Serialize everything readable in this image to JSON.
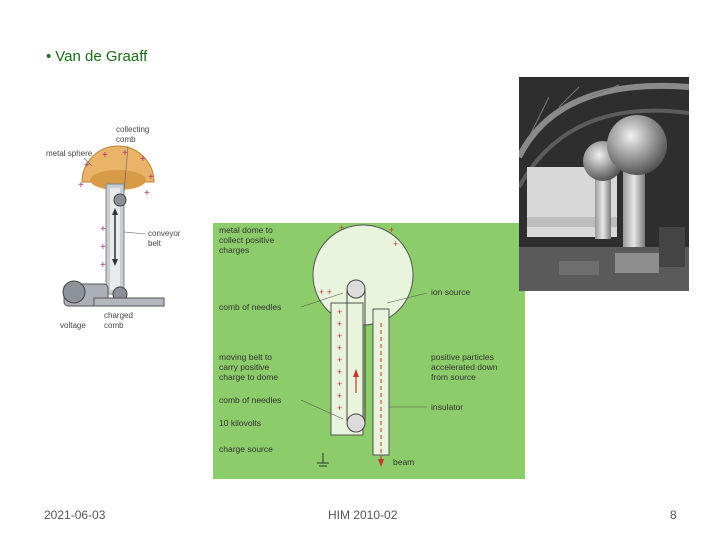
{
  "slide": {
    "bullet": "•",
    "title": "Van de Graaff",
    "footer": {
      "date": "2021-06-03",
      "center": "HIM 2010-02",
      "page": "8"
    }
  },
  "figure_left": {
    "labels": {
      "collecting_comb": [
        "collecting",
        "comb"
      ],
      "metal_sphere": "metal sphere",
      "conveyor_belt": [
        "conveyor",
        "belt"
      ],
      "charged_comb": [
        "charged",
        "comb"
      ],
      "voltage": "voltage"
    }
  },
  "figure_center": {
    "labels": {
      "metal_dome": [
        "metal dome to",
        "collect positive",
        "charges"
      ],
      "comb_top": "comb of needles",
      "moving_belt": [
        "moving belt to",
        "carry positive",
        "charge to dome"
      ],
      "comb_bottom": "comb of needles",
      "kilovolts": "10 kilovolts",
      "charge_source": "charge source",
      "ion_source": "ion source",
      "particles": [
        "positive particles",
        "accelerated down",
        "from source"
      ],
      "insulator": "insulator",
      "beam": "beam"
    }
  },
  "figure_right": {
    "description_icon": "photo-icon"
  }
}
